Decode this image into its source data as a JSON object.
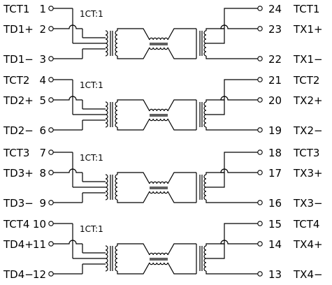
{
  "channels": [
    {
      "ratio": "1CT:1",
      "left": [
        {
          "name": "TCT1",
          "num": "1"
        },
        {
          "name": "TD1+",
          "num": "2"
        },
        {
          "name": "TD1−",
          "num": "3"
        }
      ],
      "right": [
        {
          "num": "24",
          "name": "TCT1"
        },
        {
          "num": "23",
          "name": "TX1+"
        },
        {
          "num": "22",
          "name": "TX1−"
        }
      ]
    },
    {
      "ratio": "1CT:1",
      "left": [
        {
          "name": "TCT2",
          "num": "4"
        },
        {
          "name": "TD2+",
          "num": "5"
        },
        {
          "name": "TD2−",
          "num": "6"
        }
      ],
      "right": [
        {
          "num": "21",
          "name": "TCT2"
        },
        {
          "num": "20",
          "name": "TX2+"
        },
        {
          "num": "19",
          "name": "TX2−"
        }
      ]
    },
    {
      "ratio": "1CT:1",
      "left": [
        {
          "name": "TCT3",
          "num": "7"
        },
        {
          "name": "TD3+",
          "num": "8"
        },
        {
          "name": "TD3−",
          "num": "9"
        }
      ],
      "right": [
        {
          "num": "18",
          "name": "TCT3"
        },
        {
          "num": "17",
          "name": "TX3+"
        },
        {
          "num": "16",
          "name": "TX3−"
        }
      ]
    },
    {
      "ratio": "1CT:1",
      "left": [
        {
          "name": "TCT4",
          "num": "10"
        },
        {
          "name": "TD4+",
          "num": "11"
        },
        {
          "name": "TD4−",
          "num": "12"
        }
      ],
      "right": [
        {
          "num": "15",
          "name": "TCT4"
        },
        {
          "num": "14",
          "name": "TX4+"
        },
        {
          "num": "13",
          "name": "TX4−"
        }
      ]
    }
  ]
}
